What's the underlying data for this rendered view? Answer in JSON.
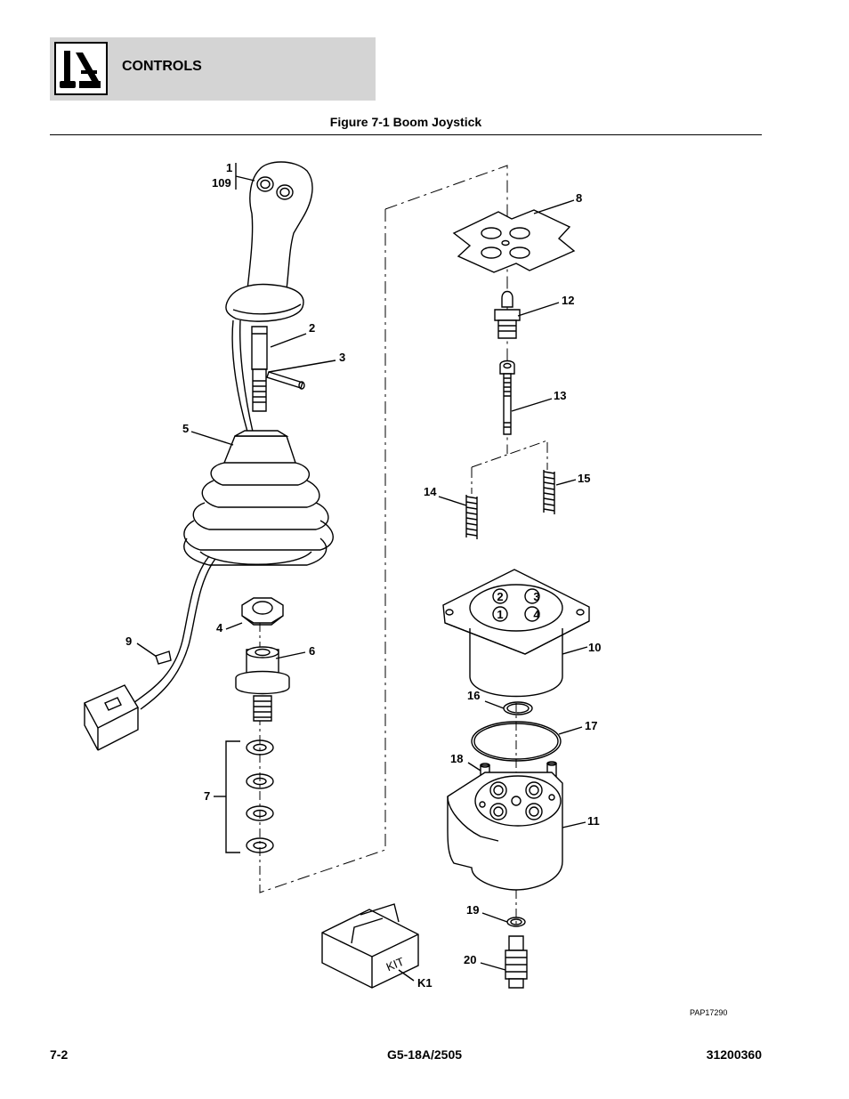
{
  "header": {
    "section_title": "CONTROLS",
    "logo_icon": "joystick-control-icon"
  },
  "figure": {
    "title": "Figure 7-1 Boom Joystick",
    "drawing_code": "PAP17290",
    "kit_box_text": "KIT",
    "callouts": {
      "c1": "1",
      "c109": "109",
      "c2": "2",
      "c3": "3",
      "c4": "4",
      "c5": "5",
      "c6": "6",
      "c7": "7",
      "c8": "8",
      "c9": "9",
      "c10": "10",
      "c11": "11",
      "c12": "12",
      "c13": "13",
      "c14": "14",
      "c15": "15",
      "c16": "16",
      "c17": "17",
      "c18": "18",
      "c19": "19",
      "c20": "20",
      "cK1": "K1"
    },
    "port_numbers": {
      "p1": "1",
      "p2": "2",
      "p3": "3",
      "p4": "4"
    }
  },
  "footer": {
    "page_number": "7-2",
    "model": "G5-18A/2505",
    "doc_number": "31200360"
  }
}
